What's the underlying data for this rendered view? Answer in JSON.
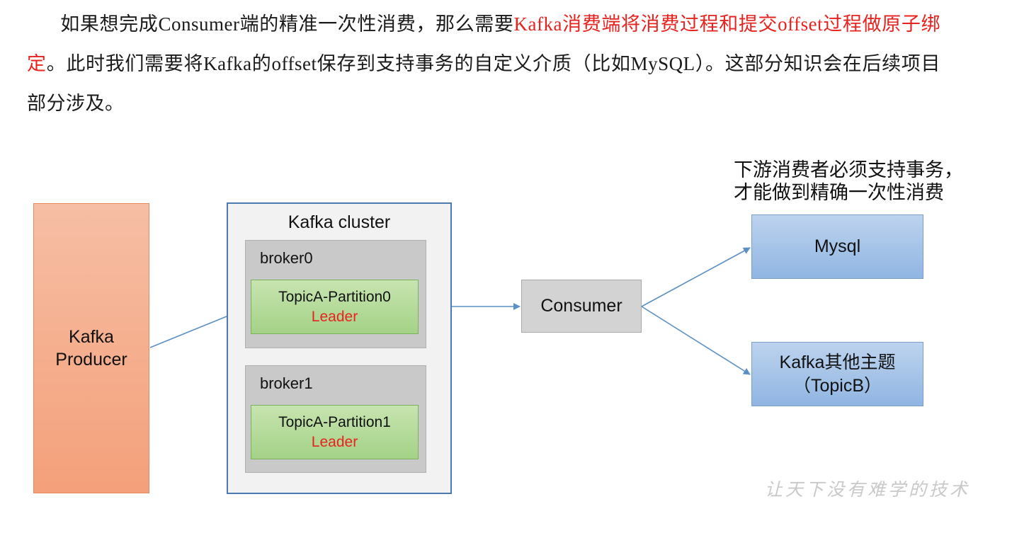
{
  "paragraph": {
    "part1": "如果想完成Consumer端的精准一次性消费，那么需要",
    "highlight": "Kafka消费端将消费过程和提交offset过程做原子绑定",
    "part2": "。此时我们需要将Kafka的offset保存到支持事务的自定义介质（比如MySQL）。这部分知识会在后续项目部分涉及。"
  },
  "diagram": {
    "note_line1": "下游消费者必须支持事务，",
    "note_line2": "才能做到精确一次性消费",
    "producer_line1": "Kafka",
    "producer_line2": "Producer",
    "cluster_title": "Kafka cluster",
    "brokers": [
      {
        "label": "broker0",
        "partition": "TopicA-Partition0",
        "role": "Leader"
      },
      {
        "label": "broker1",
        "partition": "TopicA-Partition1",
        "role": "Leader"
      }
    ],
    "consumer": "Consumer",
    "mysql": "Mysql",
    "other_topic_line1": "Kafka其他主题",
    "other_topic_line2": "（TopicB）",
    "colors": {
      "highlight": "#e8231f",
      "arrow": "#5b8fc7",
      "producer": "#f4a07a",
      "partition": "#a4d287",
      "target": "#90b5e2"
    }
  },
  "watermark": "让天下没有难学的技术"
}
